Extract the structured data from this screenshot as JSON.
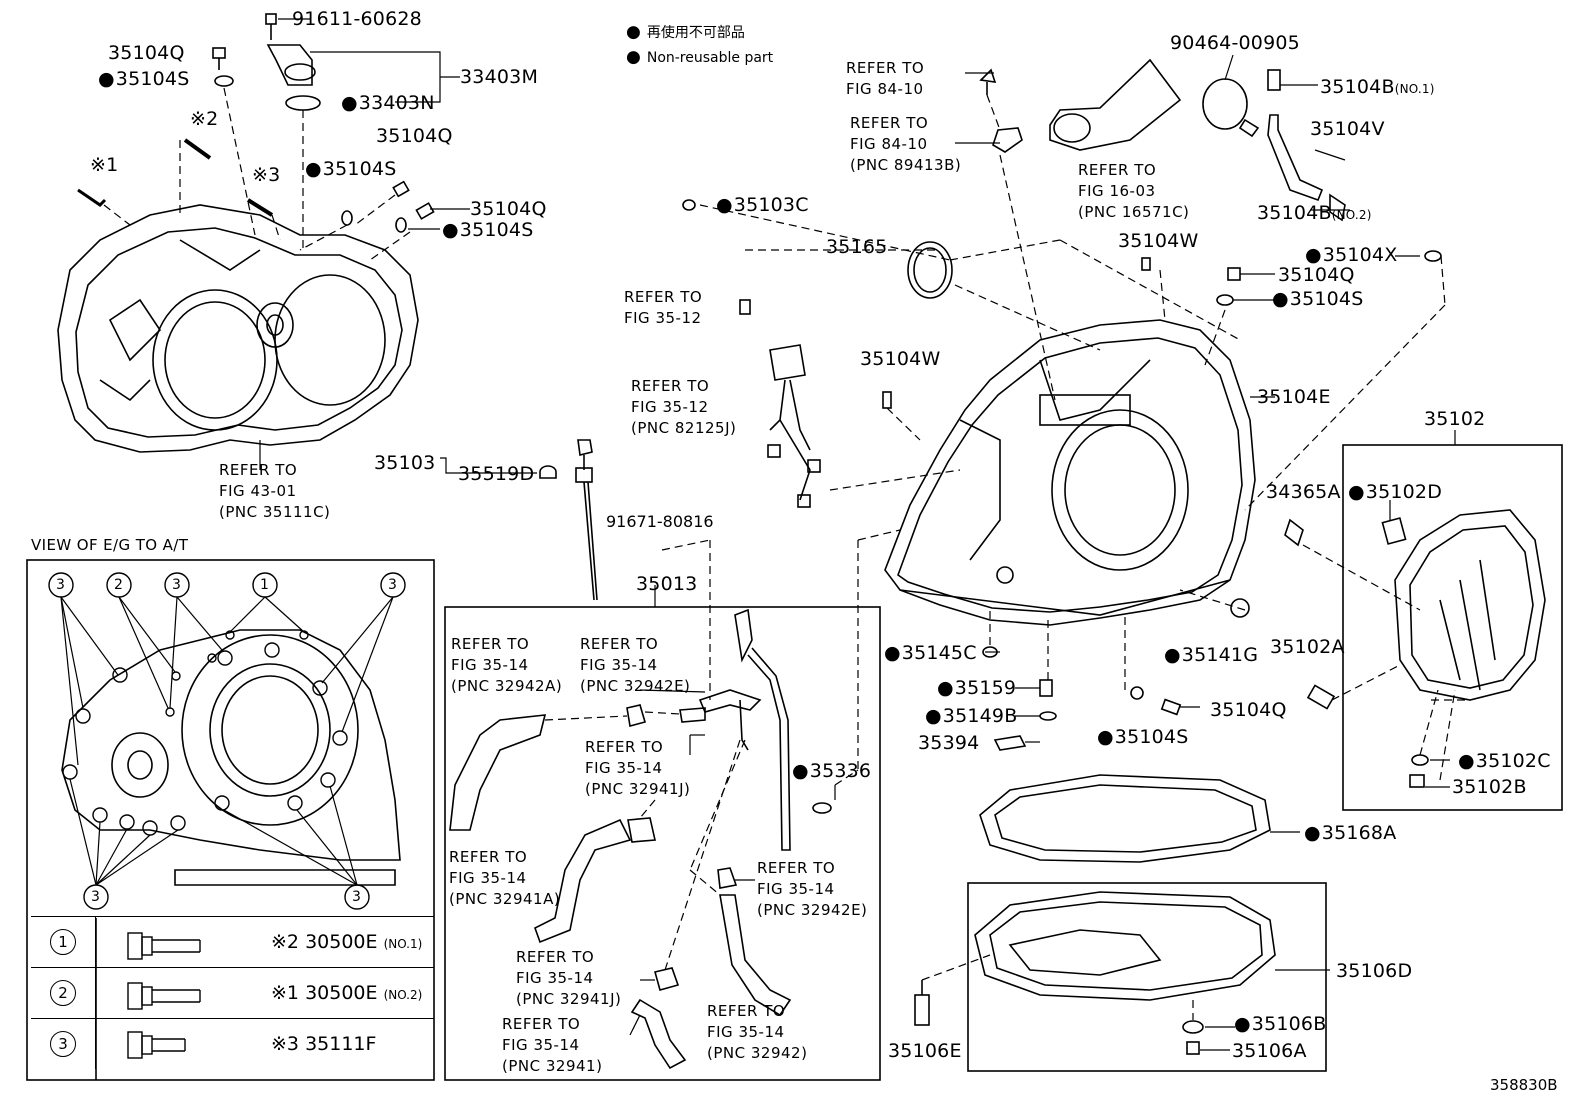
{
  "legend": [
    {
      "text": "再使用不可部品"
    },
    {
      "text": "Non-reusable part"
    }
  ],
  "diagram_id": "358830B",
  "view_title": "VIEW OF E/G TO A/T",
  "view_callouts": [
    "1",
    "2",
    "3"
  ],
  "bolt_table": [
    {
      "num": "1",
      "mark": "※2",
      "part": "30500E",
      "note": "(NO.1)"
    },
    {
      "num": "2",
      "mark": "※1",
      "part": "30500E",
      "note": "(NO.2)"
    },
    {
      "num": "3",
      "mark": "※3",
      "part": "35111F",
      "note": ""
    }
  ],
  "marks": {
    "m1": "※1",
    "m2": "※2",
    "m3": "※3"
  },
  "parts": {
    "p91611_60628": "91611-60628",
    "p33403M": "33403M",
    "p33403N": "33403N",
    "p35104Q_a": "35104Q",
    "p35104S_a": "35104S",
    "p35104Q_b": "35104Q",
    "p35104S_b": "35104S",
    "p35104Q_c": "35104Q",
    "p35104S_c": "35104S",
    "p35103C": "35103C",
    "p35165": "35165",
    "p35104W_a": "35104W",
    "p35104W_b": "35104W",
    "p90464_00905": "90464-00905",
    "p35104B_1": "35104B",
    "p35104B_1_note": "(NO.1)",
    "p35104V": "35104V",
    "p35104B_2": "35104B",
    "p35104B_2_note": "(NO.2)",
    "p35104X": "35104X",
    "p35104Q_d": "35104Q",
    "p35104S_d": "35104S",
    "p35104E": "35104E",
    "p35102": "35102",
    "p34365A": "34365A",
    "p35102D": "35102D",
    "p35102A": "35102A",
    "p35102C": "35102C",
    "p35102B": "35102B",
    "p35103": "35103",
    "p35519D": "35519D",
    "p91671_80816": "91671-80816",
    "p35013": "35013",
    "p35336": "35336",
    "p35145C": "35145C",
    "p35159": "35159",
    "p35149B": "35149B",
    "p35394": "35394",
    "p35141G": "35141G",
    "p35104Q_e": "35104Q",
    "p35104S_e": "35104S",
    "p35168A": "35168A",
    "p35106D": "35106D",
    "p35106E": "35106E",
    "p35106B": "35106B",
    "p35106A": "35106A"
  },
  "refs": {
    "r_84_10_a": "REFER TO\nFIG 84-10",
    "r_84_10_b": "REFER TO\nFIG 84-10\n(PNC 89413B)",
    "r_16_03": "REFER TO\nFIG 16-03\n(PNC 16571C)",
    "r_35_12_a": "REFER TO\nFIG 35-12",
    "r_35_12_b": "REFER TO\nFIG 35-12\n(PNC 82125J)",
    "r_43_01": "REFER TO\nFIG 43-01\n(PNC 35111C)",
    "r_32942A": "REFER TO\nFIG 35-14\n(PNC 32942A)",
    "r_32942E_a": "REFER TO\nFIG 35-14\n(PNC 32942E)",
    "r_32941J_a": "REFER TO\nFIG 35-14\n(PNC 32941J)",
    "r_32941A": "REFER TO\nFIG 35-14\n(PNC 32941A)",
    "r_32942E_b": "REFER TO\nFIG 35-14\n(PNC 32942E)",
    "r_32941J_b": "REFER TO\nFIG 35-14\n(PNC 32941J)",
    "r_32941": "REFER TO\nFIG 35-14\n(PNC 32941)",
    "r_32942": "REFER TO\nFIG 35-14\n(PNC 32942)"
  }
}
